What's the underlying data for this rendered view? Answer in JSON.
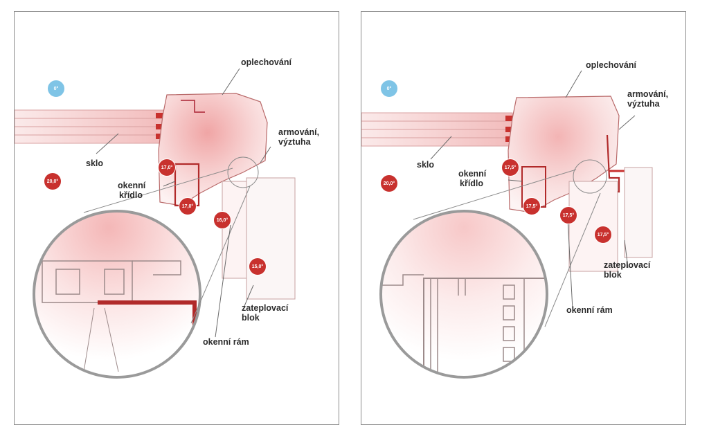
{
  "colors": {
    "accent": "#c8312e",
    "cold": "#7fc4e6",
    "frame": "#8a8a8a"
  },
  "left": {
    "labels": {
      "oplechovani": "oplechování",
      "armovani": "armování,",
      "vyztuha": "výztuha",
      "sklo": "sklo",
      "okenni": "okenní",
      "kridlo": "křídlo",
      "zateplovaci": "zateplovací",
      "blok": "blok",
      "ram": "okenní rám"
    },
    "badges": {
      "outside": "0°",
      "inside": "20,0°",
      "b1": "17,0°",
      "b2": "17,0°",
      "b3": "16,0°",
      "b4": "15,0°"
    }
  },
  "right": {
    "labels": {
      "oplechovani": "oplechování",
      "armovani": "armování,",
      "vyztuha": "výztuha",
      "sklo": "sklo",
      "okenni": "okenní",
      "kridlo": "křídlo",
      "zateplovaci": "zateplovací",
      "blok": "blok",
      "ram": "okenní rám"
    },
    "badges": {
      "outside": "0°",
      "inside": "20,0°",
      "b1": "17,5°",
      "b2": "17,5°",
      "b3": "17,5°",
      "b4": "17,5°"
    }
  }
}
